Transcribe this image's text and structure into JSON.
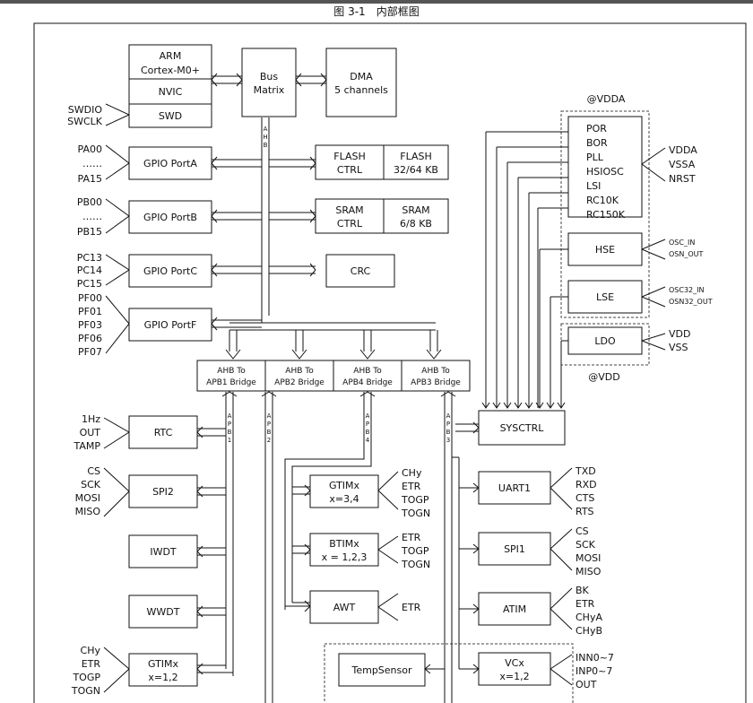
{
  "figure_title": "图 3-1　内部框图",
  "blocks": {
    "arm": [
      "ARM",
      "Cortex-M0+"
    ],
    "nvic": "NVIC",
    "swd": "SWD",
    "bus": [
      "Bus",
      "Matrix"
    ],
    "dma": [
      "DMA",
      "5 channels"
    ],
    "gpioa": "GPIO PortA",
    "gpiob": "GPIO PortB",
    "gpioc": "GPIO PortC",
    "gpiof": "GPIO PortF",
    "flash_ctrl": [
      "FLASH",
      "CTRL"
    ],
    "flash_size": [
      "FLASH",
      "32/64 KB"
    ],
    "sram_ctrl": [
      "SRAM",
      "CTRL"
    ],
    "sram_size": [
      "SRAM",
      "6/8 KB"
    ],
    "crc": "CRC",
    "br1": [
      "AHB To",
      "APB1 Bridge"
    ],
    "br2": [
      "AHB To",
      "APB2 Bridge"
    ],
    "br4": [
      "AHB To",
      "APB4 Bridge"
    ],
    "br3": [
      "AHB To",
      "APB3 Bridge"
    ],
    "rtc": "RTC",
    "spi2": "SPI2",
    "iwdt": "IWDT",
    "wwdt": "WWDT",
    "gtim12": [
      "GTIMx",
      "x=1,2"
    ],
    "gtim34": [
      "GTIMx",
      "x=3,4"
    ],
    "btim": [
      "BTIMx",
      "x = 1,2,3"
    ],
    "awt": "AWT",
    "tempsensor": "TempSensor",
    "sysctrl": "SYSCTRL",
    "uart1": "UART1",
    "spi1": "SPI1",
    "atim": "ATIM",
    "vcx": [
      "VCx",
      "x=1,2"
    ],
    "osc_list": [
      "POR",
      "BOR",
      "PLL",
      "HSIOSC",
      "LSI",
      "RC10K",
      "RC150K"
    ],
    "hse": "HSE",
    "lse": "LSE",
    "ldo": "LDO"
  },
  "bus_labels": {
    "ahb": [
      "A",
      "H",
      "B"
    ],
    "apb1": [
      "A",
      "P",
      "B",
      "1"
    ],
    "apb2": [
      "A",
      "P",
      "B",
      "2"
    ],
    "apb4": [
      "A",
      "P",
      "B",
      "4"
    ],
    "apb3": [
      "A",
      "P",
      "B",
      "3"
    ]
  },
  "domains": {
    "vdda": "@VDDA",
    "vdd": "@VDD"
  },
  "pins": {
    "swd": [
      "SWDIO",
      "SWCLK"
    ],
    "porta": [
      "PA00",
      "……",
      "PA15"
    ],
    "portb": [
      "PB00",
      "……",
      "PB15"
    ],
    "portc": [
      "PC13",
      "PC14",
      "PC15"
    ],
    "portf": [
      "PF00",
      "PF01",
      "PF03",
      "PF06",
      "PF07"
    ],
    "rtc": [
      "1Hz",
      "OUT",
      "TAMP"
    ],
    "spi2": [
      "CS",
      "SCK",
      "MOSI",
      "MISO"
    ],
    "gtim12": [
      "CHy",
      "ETR",
      "TOGP",
      "TOGN"
    ],
    "gtim34": [
      "CHy",
      "ETR",
      "TOGP",
      "TOGN"
    ],
    "btim": [
      "ETR",
      "TOGP",
      "TOGN"
    ],
    "awt": [
      "ETR"
    ],
    "uart1": [
      "TXD",
      "RXD",
      "CTS",
      "RTS"
    ],
    "spi1": [
      "CS",
      "SCK",
      "MOSI",
      "MISO"
    ],
    "atim": [
      "BK",
      "ETR",
      "CHyA",
      "CHyB"
    ],
    "vcx": [
      "INN0~7",
      "INP0~7",
      "OUT"
    ],
    "power": [
      "VDDA",
      "VSSA",
      "NRST"
    ],
    "hse": [
      "OSC_IN",
      "OSN_OUT"
    ],
    "lse": [
      "OSC32_IN",
      "OSN32_OUT"
    ],
    "ldo": [
      "VDD",
      "VSS"
    ]
  }
}
